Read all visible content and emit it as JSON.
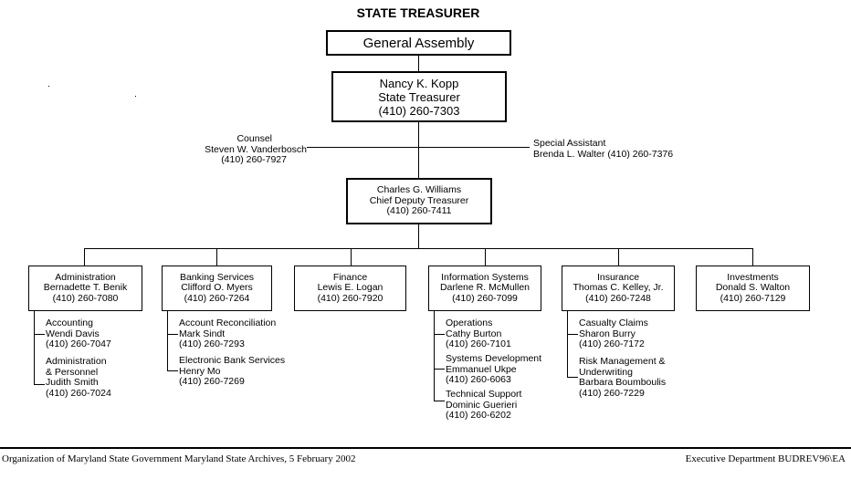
{
  "title": "STATE TREASURER",
  "general_assembly": "General Assembly",
  "treasurer": {
    "name": "Nancy K. Kopp",
    "role": "State Treasurer",
    "phone": "(410) 260-7303"
  },
  "counsel": {
    "role": "Counsel",
    "name": "Steven W. Vanderbosch",
    "phone": "(410) 260-7927"
  },
  "special_assistant": {
    "role": "Special Assistant",
    "name_phone": "Brenda L. Walter (410) 260-7376"
  },
  "deputy": {
    "name": "Charles G. Williams",
    "role": "Chief Deputy Treasurer",
    "phone": "(410) 260-7411"
  },
  "divisions": [
    {
      "unit": "Administration",
      "head": "Bernadette T. Benik",
      "phone": "(410) 260-7080"
    },
    {
      "unit": "Banking Services",
      "head": "Clifford O. Myers",
      "phone": "(410) 260-7264"
    },
    {
      "unit": "Finance",
      "head": "Lewis E. Logan",
      "phone": "(410) 260-7920"
    },
    {
      "unit": "Information Systems",
      "head": "Darlene R. McMullen",
      "phone": "(410) 260-7099"
    },
    {
      "unit": "Insurance",
      "head": "Thomas C. Kelley, Jr.",
      "phone": "(410) 260-7248"
    },
    {
      "unit": "Investments",
      "head": "Donald S. Walton",
      "phone": "(410) 260-7129"
    }
  ],
  "subunits": {
    "administration": [
      {
        "lines": [
          "Accounting",
          "Wendi Davis",
          "(410) 260-7047"
        ]
      },
      {
        "lines": [
          "Administration",
          "& Personnel",
          "Judith Smith",
          "(410) 260-7024"
        ]
      }
    ],
    "banking": [
      {
        "lines": [
          "Account Reconciliation",
          "Mark Sindt",
          "(410) 260-7293"
        ]
      },
      {
        "lines": [
          "Electronic Bank Services",
          "Henry Mo",
          "(410) 260-7269"
        ]
      }
    ],
    "information_systems": [
      {
        "lines": [
          "Operations",
          "Cathy Burton",
          "(410) 260-7101"
        ]
      },
      {
        "lines": [
          "Systems Development",
          "Emmanuel Ukpe",
          "(410) 260-6063"
        ]
      },
      {
        "lines": [
          "Technical Support",
          "Dominic Guerieri",
          "(410) 260-6202"
        ]
      }
    ],
    "insurance": [
      {
        "lines": [
          "Casualty Claims",
          "Sharon Burry",
          "(410) 260-7172"
        ]
      },
      {
        "lines": [
          "Risk Management &",
          "Underwriting",
          "Barbara Boumboulis",
          "(410) 260-7229"
        ]
      }
    ]
  },
  "footer": {
    "left_line1": "Organization of Maryland State Government",
    "left_line2": "Maryland State Archives, 5 February 2002",
    "right_line1": "Executive Department",
    "right_line2": "BUDREV96\\EA"
  }
}
